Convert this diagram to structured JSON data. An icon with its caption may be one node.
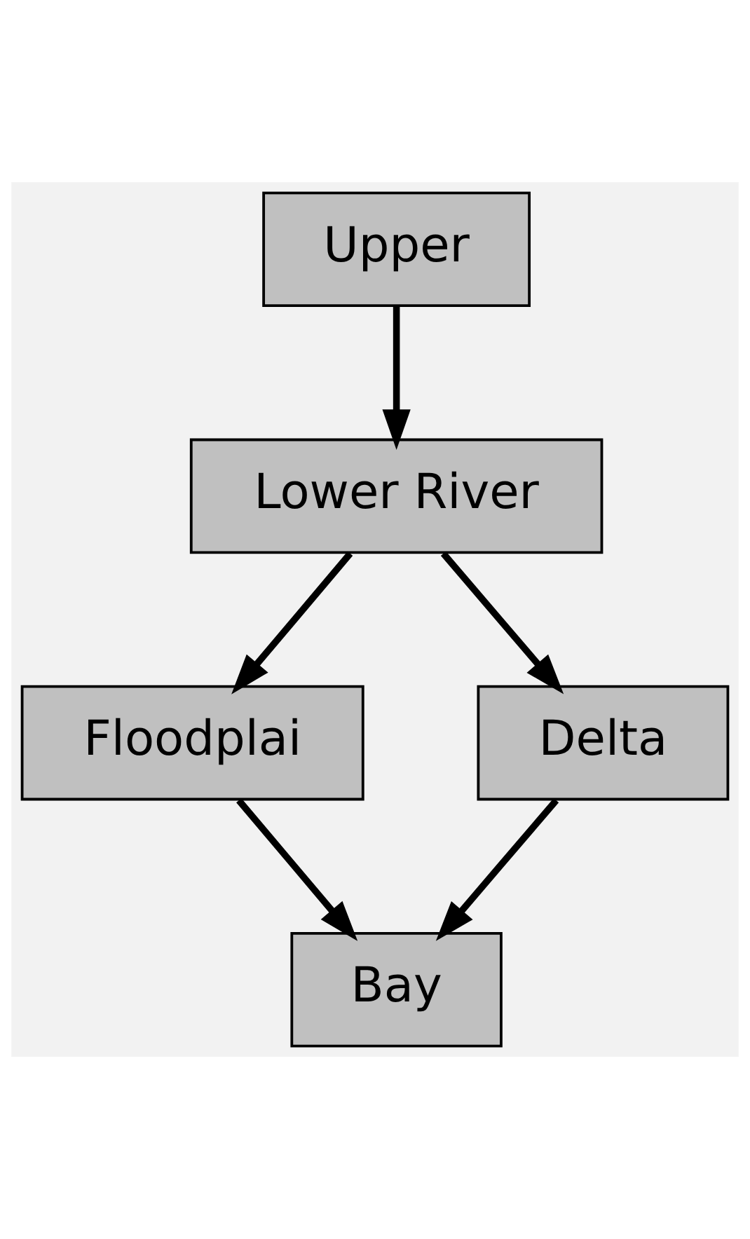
{
  "diagram": {
    "nodes": [
      {
        "text": [
          "Upper"
        ]
      },
      {
        "text": [
          "Lower River"
        ]
      },
      {
        "text": [
          "Floodplai"
        ]
      },
      {
        "text": [
          "Delta"
        ]
      },
      {
        "text": [
          "Bay"
        ]
      }
    ],
    "edges": [
      {
        "from": 0,
        "to": 1,
        "arrow": "to"
      },
      {
        "from": 1,
        "to": 2,
        "arrow": "to"
      },
      {
        "from": 1,
        "to": 3,
        "arrow": "to"
      },
      {
        "from": 2,
        "to": 4,
        "arrow": "to"
      },
      {
        "from": 3,
        "to": 4,
        "arrow": "to"
      }
    ]
  }
}
